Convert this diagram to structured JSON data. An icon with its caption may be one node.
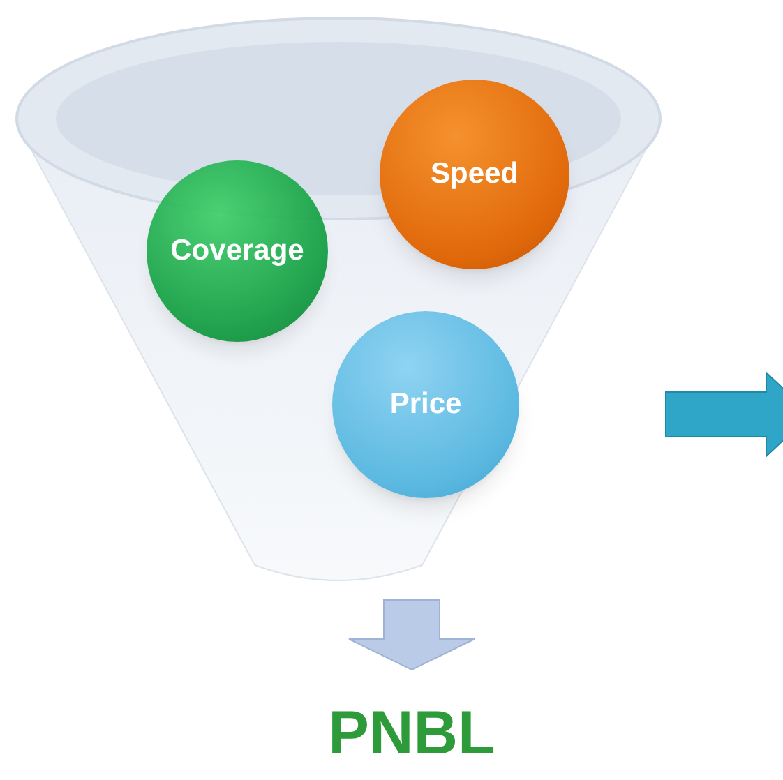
{
  "diagram": {
    "nodes": [
      {
        "text": [],
        "shape": "funnel"
      },
      {
        "text": [
          "Coverage"
        ],
        "in": 0
      },
      {
        "text": [
          "Speed"
        ]
      },
      {
        "text": [
          "Price"
        ],
        "in": 0
      },
      {
        "text": [
          "PNBL"
        ]
      }
    ],
    "edges": [
      {
        "from": 0,
        "to": 4,
        "arrow": "to",
        "style": "thick"
      },
      {
        "from": 0,
        "to": null,
        "arrow": "to",
        "style": "thick"
      }
    ]
  }
}
